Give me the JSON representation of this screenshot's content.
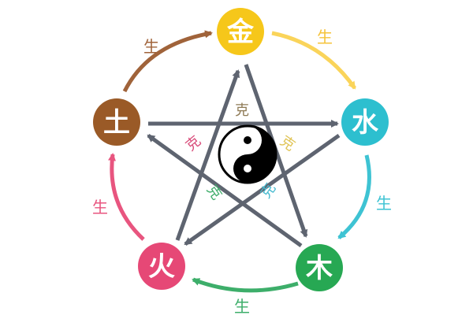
{
  "elements": {
    "metal": {
      "label": "金",
      "color": "#F6C71A"
    },
    "water": {
      "label": "水",
      "color": "#2DBFCF"
    },
    "wood": {
      "label": "木",
      "color": "#27A853"
    },
    "fire": {
      "label": "火",
      "color": "#E64876"
    },
    "earth": {
      "label": "土",
      "color": "#9A5A27"
    }
  },
  "generating": {
    "label": "生",
    "arrows": [
      {
        "from": "earth",
        "to": "metal",
        "color": "#A0633A"
      },
      {
        "from": "metal",
        "to": "water",
        "color": "#FAD45A"
      },
      {
        "from": "water",
        "to": "wood",
        "color": "#3EC3D3"
      },
      {
        "from": "wood",
        "to": "fire",
        "color": "#3DAE6A"
      },
      {
        "from": "fire",
        "to": "earth",
        "color": "#E8557F"
      }
    ]
  },
  "controlling": {
    "label": "克",
    "arrow_color": "#5E6470",
    "labels": [
      {
        "text": "克",
        "color": "#8E7A55"
      },
      {
        "text": "克",
        "color": "#E0C454"
      },
      {
        "text": "克",
        "color": "#47BBD0"
      },
      {
        "text": "克",
        "color": "#3FAE6B"
      },
      {
        "text": "克",
        "color": "#D94E7B"
      }
    ]
  },
  "center": {
    "icon": "yin-yang-icon"
  }
}
